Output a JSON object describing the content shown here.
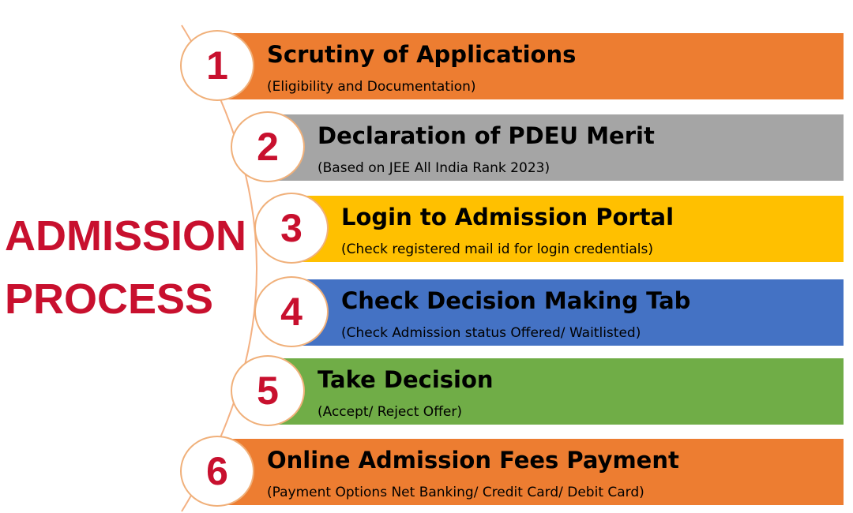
{
  "title": {
    "line1": "ADMISSION",
    "line2": "PROCESS"
  },
  "steps": [
    {
      "number": "1",
      "heading": "Scrutiny of Applications",
      "subtext": "(Eligibility and Documentation)",
      "color": "#ed7d31"
    },
    {
      "number": "2",
      "heading": "Declaration of PDEU Merit",
      "subtext": "(Based on JEE All India Rank 2023)",
      "color": "#a5a5a5"
    },
    {
      "number": "3",
      "heading": "Login to Admission Portal",
      "subtext": "(Check registered mail id for login credentials)",
      "color": "#ffc000"
    },
    {
      "number": "4",
      "heading": "Check Decision Making Tab",
      "subtext": "(Check Admission status Offered/ Waitlisted)",
      "color": "#4472c4"
    },
    {
      "number": "5",
      "heading": "Take Decision",
      "subtext": "(Accept/ Reject Offer)",
      "color": "#70ad47"
    },
    {
      "number": "6",
      "heading": "Online Admission Fees Payment",
      "subtext": "(Payment Options Net Banking/ Credit Card/ Debit Card)",
      "color": "#ed7d31"
    }
  ]
}
